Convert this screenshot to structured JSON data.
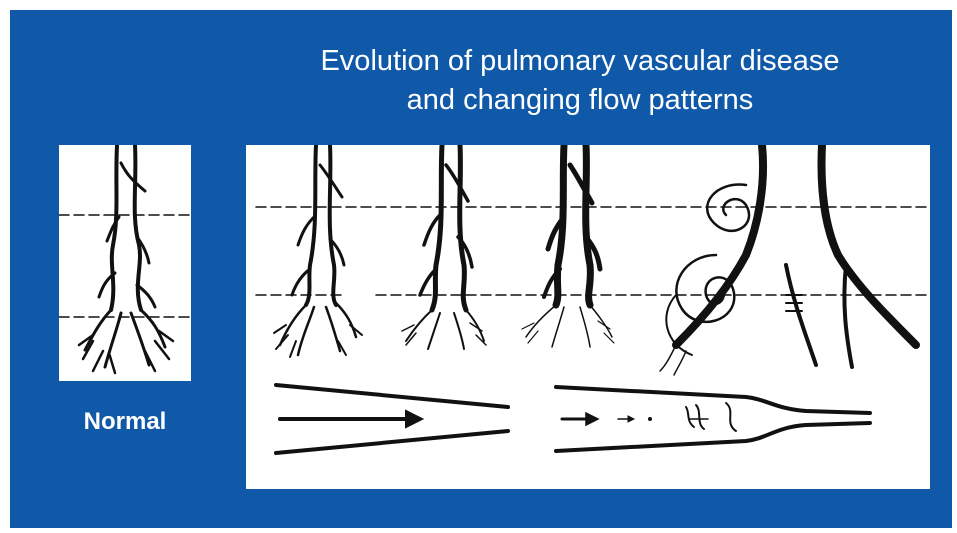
{
  "slide": {
    "title_line1": "Evolution of pulmonary vascular disease",
    "title_line2": "and changing flow patterns",
    "normal_label": "Normal",
    "background_color": "#1059a8",
    "panel_color": "#ffffff",
    "ink_color": "#111111"
  },
  "illustrations": [
    {
      "name": "normal-vessel-tree",
      "icon": "branching-vessel-icon"
    },
    {
      "name": "stage-1-vessel-tree",
      "icon": "branching-vessel-icon"
    },
    {
      "name": "stage-2-vessel-tree",
      "icon": "thickened-vessel-icon"
    },
    {
      "name": "stage-3-vessel-tree",
      "icon": "occluded-vessel-icon"
    },
    {
      "name": "plexiform-lesion",
      "icon": "plexiform-lesion-icon"
    },
    {
      "name": "laminar-flow-diagram",
      "icon": "arrow-icon"
    },
    {
      "name": "disturbed-flow-diagram",
      "icon": "arrow-icon"
    }
  ]
}
